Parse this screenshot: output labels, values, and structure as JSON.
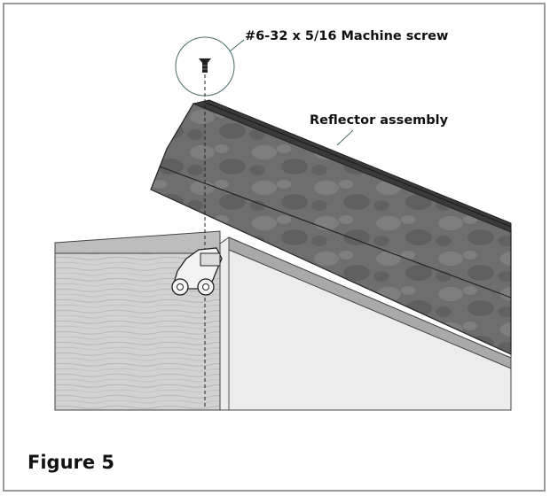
{
  "callouts": {
    "screw": "#6-32 x 5/16 Machine screw",
    "reflector": "Reflector assembly"
  },
  "caption": "Figure 5",
  "colors": {
    "frame_border": "#9a9a9a",
    "reflector": "#6a6a6a",
    "reflector_dark": "#3c3c3c",
    "panel": "#e9e9e9",
    "wood": "#cfcfcf"
  }
}
